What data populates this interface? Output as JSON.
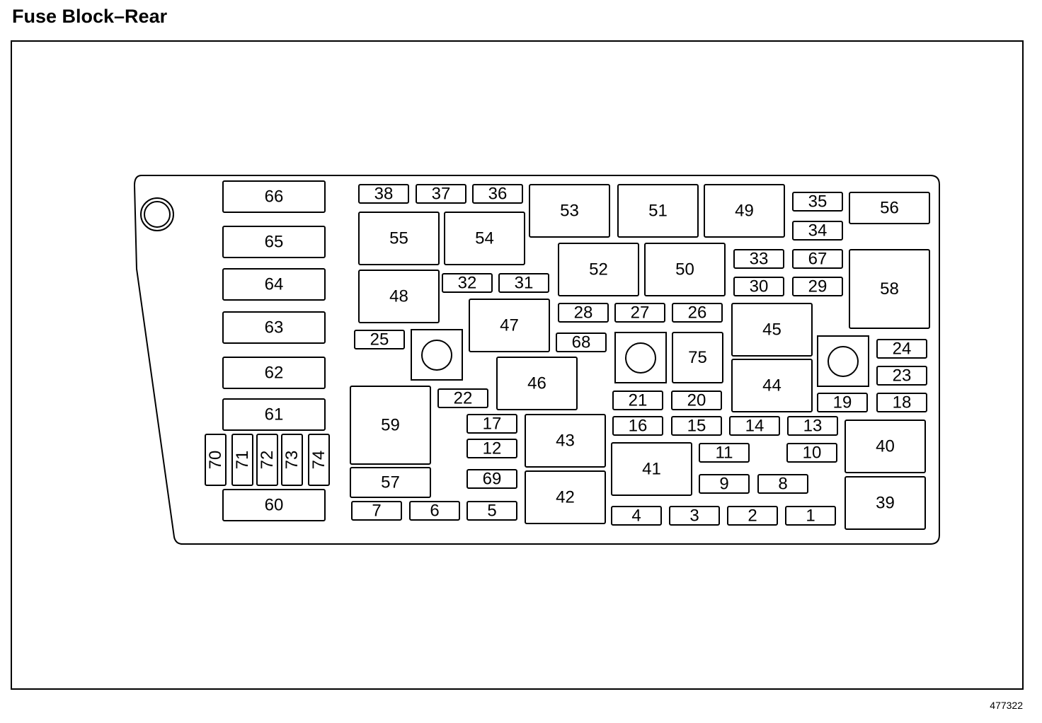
{
  "title": "Fuse Block–Rear",
  "figure_number": "477322",
  "colors": {
    "stroke": "#000000",
    "fill": "#ffffff",
    "background": "#ffffff"
  },
  "fuses": [
    "1",
    "2",
    "3",
    "4",
    "5",
    "6",
    "7",
    "8",
    "9",
    "10",
    "11",
    "12",
    "13",
    "14",
    "15",
    "16",
    "17",
    "18",
    "19",
    "20",
    "21",
    "22",
    "23",
    "24",
    "25",
    "26",
    "27",
    "28",
    "29",
    "30",
    "31",
    "32",
    "33",
    "34",
    "35",
    "36",
    "37",
    "38",
    "39",
    "40",
    "41",
    "42",
    "43",
    "44",
    "45",
    "46",
    "47",
    "48",
    "49",
    "50",
    "51",
    "52",
    "53",
    "54",
    "55",
    "56",
    "57",
    "58",
    "59",
    "60",
    "61",
    "62",
    "63",
    "64",
    "65",
    "66",
    "67",
    "68",
    "69",
    "70",
    "71",
    "72",
    "73",
    "74",
    "75"
  ]
}
